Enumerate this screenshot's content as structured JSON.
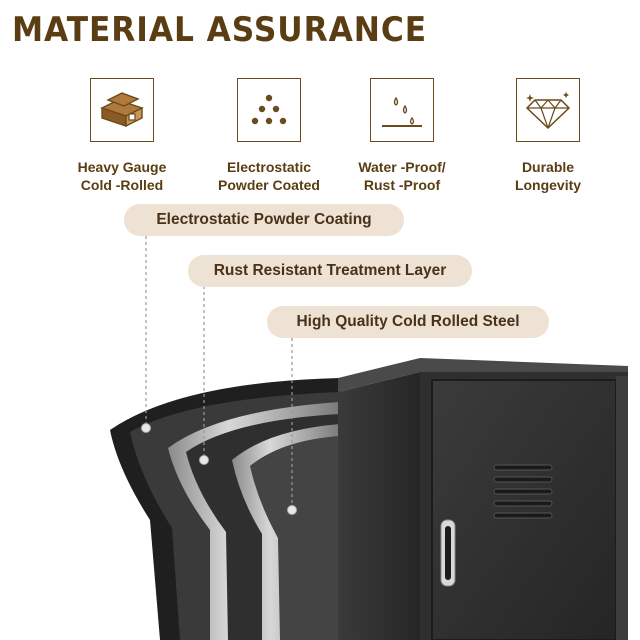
{
  "title": "MATERIAL ASSURANCE",
  "features": [
    {
      "icon": "steel-bars-icon",
      "line1": "Heavy Gauge",
      "line2": "Cold -Rolled"
    },
    {
      "icon": "powder-dots-icon",
      "line1": "Electrostatic",
      "line2": "Powder Coated"
    },
    {
      "icon": "water-drops-icon",
      "line1": "Water -Proof/",
      "line2": "Rust -Proof"
    },
    {
      "icon": "diamond-icon",
      "line1": "Durable",
      "line2": "Longevity"
    }
  ],
  "layers": [
    {
      "label": "Electrostatic Powder Coating"
    },
    {
      "label": "Rust Resistant Treatment Layer"
    },
    {
      "label": "High Quality Cold Rolled Steel"
    }
  ],
  "colors": {
    "brand_brown": "#5a3d12",
    "pill_bg": "#eee2d4",
    "cabinet_black": "#2b2b2b"
  }
}
